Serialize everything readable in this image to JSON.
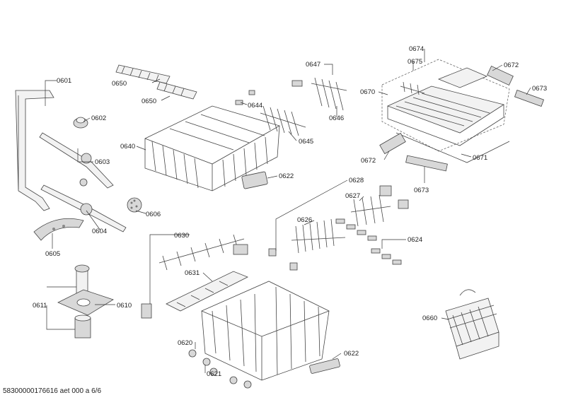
{
  "labels": {
    "p0601": "0601",
    "p0602": "0602",
    "p0603": "0603",
    "p0604": "0604",
    "p0605": "0605",
    "p0606": "0606",
    "p0610": "0610",
    "p0611": "0611",
    "p0620": "0620",
    "p0621": "0621",
    "p0622a": "0622",
    "p0622b": "0622",
    "p0624": "0624",
    "p0626": "0626",
    "p0627": "0627",
    "p0628": "0628",
    "p0630": "0630",
    "p0631": "0631",
    "p0640": "0640",
    "p0644": "0644",
    "p0645": "0645",
    "p0646": "0646",
    "p0647": "0647",
    "p0650a": "0650",
    "p0650b": "0650",
    "p0660": "0660",
    "p0670": "0670",
    "p0671": "0671",
    "p0672a": "0672",
    "p0672b": "0672",
    "p0673a": "0673",
    "p0673b": "0673",
    "p0674": "0674",
    "p0675": "0675"
  },
  "footer": "58300000176616 aet 000 a 6/6"
}
